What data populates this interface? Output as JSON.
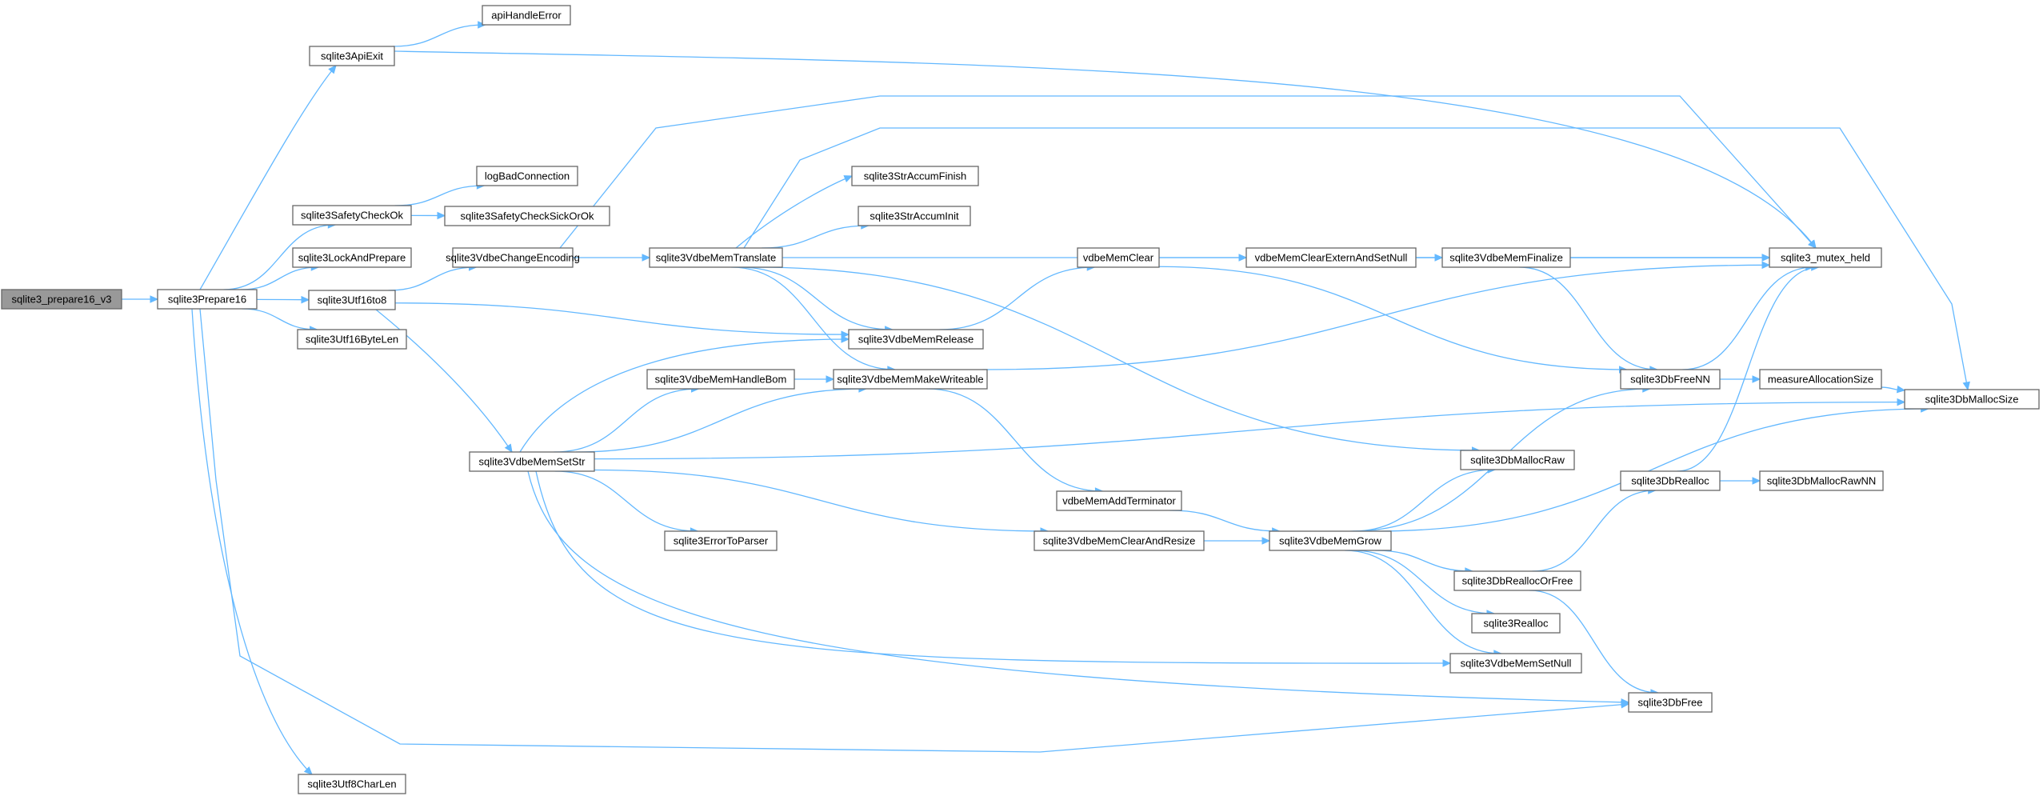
{
  "graph": {
    "root": "sqlite3_prepare16_v3",
    "colors": {
      "edge": "#63b8ff",
      "node_border": "#666666",
      "node_fill": "#ffffff",
      "root_fill": "#999999",
      "text": "#000000"
    },
    "nodes": [
      {
        "id": "sqlite3_prepare16_v3",
        "label": "sqlite3_prepare16_v3",
        "root": true
      },
      {
        "id": "sqlite3Prepare16",
        "label": "sqlite3Prepare16"
      },
      {
        "id": "sqlite3ApiExit",
        "label": "sqlite3ApiExit"
      },
      {
        "id": "apiHandleError",
        "label": "apiHandleError"
      },
      {
        "id": "sqlite3SafetyCheckOk",
        "label": "sqlite3SafetyCheckOk"
      },
      {
        "id": "logBadConnection",
        "label": "logBadConnection"
      },
      {
        "id": "sqlite3SafetyCheckSickOrOk",
        "label": "sqlite3SafetyCheckSickOrOk"
      },
      {
        "id": "sqlite3LockAndPrepare",
        "label": "sqlite3LockAndPrepare"
      },
      {
        "id": "sqlite3Utf16to8",
        "label": "sqlite3Utf16to8"
      },
      {
        "id": "sqlite3Utf16ByteLen",
        "label": "sqlite3Utf16ByteLen"
      },
      {
        "id": "sqlite3VdbeChangeEncoding",
        "label": "sqlite3VdbeChangeEncoding"
      },
      {
        "id": "sqlite3VdbeMemTranslate",
        "label": "sqlite3VdbeMemTranslate"
      },
      {
        "id": "sqlite3StrAccumFinish",
        "label": "sqlite3StrAccumFinish"
      },
      {
        "id": "sqlite3StrAccumInit",
        "label": "sqlite3StrAccumInit"
      },
      {
        "id": "sqlite3VdbeMemRelease",
        "label": "sqlite3VdbeMemRelease"
      },
      {
        "id": "sqlite3VdbeMemHandleBom",
        "label": "sqlite3VdbeMemHandleBom"
      },
      {
        "id": "sqlite3VdbeMemMakeWriteable",
        "label": "sqlite3VdbeMemMakeWriteable"
      },
      {
        "id": "sqlite3VdbeMemSetStr",
        "label": "sqlite3VdbeMemSetStr"
      },
      {
        "id": "sqlite3ErrorToParser",
        "label": "sqlite3ErrorToParser"
      },
      {
        "id": "vdbeMemClear",
        "label": "vdbeMemClear"
      },
      {
        "id": "vdbeMemClearExternAndSetNull",
        "label": "vdbeMemClearExternAndSetNull"
      },
      {
        "id": "sqlite3VdbeMemFinalize",
        "label": "sqlite3VdbeMemFinalize"
      },
      {
        "id": "sqlite3_mutex_held",
        "label": "sqlite3_mutex_held"
      },
      {
        "id": "sqlite3DbFreeNN",
        "label": "sqlite3DbFreeNN"
      },
      {
        "id": "measureAllocationSize",
        "label": "measureAllocationSize"
      },
      {
        "id": "sqlite3DbMallocSize",
        "label": "sqlite3DbMallocSize"
      },
      {
        "id": "vdbeMemAddTerminator",
        "label": "vdbeMemAddTerminator"
      },
      {
        "id": "sqlite3VdbeMemClearAndResize",
        "label": "sqlite3VdbeMemClearAndResize"
      },
      {
        "id": "sqlite3VdbeMemGrow",
        "label": "sqlite3VdbeMemGrow"
      },
      {
        "id": "sqlite3DbMallocRaw",
        "label": "sqlite3DbMallocRaw"
      },
      {
        "id": "sqlite3DbRealloc",
        "label": "sqlite3DbRealloc"
      },
      {
        "id": "sqlite3DbMallocRawNN",
        "label": "sqlite3DbMallocRawNN"
      },
      {
        "id": "sqlite3DbReallocOrFree",
        "label": "sqlite3DbReallocOrFree"
      },
      {
        "id": "sqlite3Realloc",
        "label": "sqlite3Realloc"
      },
      {
        "id": "sqlite3VdbeMemSetNull",
        "label": "sqlite3VdbeMemSetNull"
      },
      {
        "id": "sqlite3DbFree",
        "label": "sqlite3DbFree"
      },
      {
        "id": "sqlite3Utf8CharLen",
        "label": "sqlite3Utf8CharLen"
      }
    ],
    "edges": [
      [
        "sqlite3_prepare16_v3",
        "sqlite3Prepare16"
      ],
      [
        "sqlite3Prepare16",
        "sqlite3ApiExit"
      ],
      [
        "sqlite3Prepare16",
        "sqlite3SafetyCheckOk"
      ],
      [
        "sqlite3Prepare16",
        "sqlite3LockAndPrepare"
      ],
      [
        "sqlite3Prepare16",
        "sqlite3Utf16to8"
      ],
      [
        "sqlite3Prepare16",
        "sqlite3Utf16ByteLen"
      ],
      [
        "sqlite3Prepare16",
        "sqlite3DbFree"
      ],
      [
        "sqlite3Prepare16",
        "sqlite3Utf8CharLen"
      ],
      [
        "sqlite3ApiExit",
        "apiHandleError"
      ],
      [
        "sqlite3ApiExit",
        "sqlite3_mutex_held"
      ],
      [
        "sqlite3SafetyCheckOk",
        "logBadConnection"
      ],
      [
        "sqlite3SafetyCheckOk",
        "sqlite3SafetyCheckSickOrOk"
      ],
      [
        "sqlite3Utf16to8",
        "sqlite3VdbeChangeEncoding"
      ],
      [
        "sqlite3Utf16to8",
        "sqlite3VdbeMemRelease"
      ],
      [
        "sqlite3Utf16to8",
        "sqlite3VdbeMemSetStr"
      ],
      [
        "sqlite3VdbeChangeEncoding",
        "sqlite3VdbeMemTranslate"
      ],
      [
        "sqlite3VdbeChangeEncoding",
        "sqlite3_mutex_held"
      ],
      [
        "sqlite3VdbeMemTranslate",
        "sqlite3StrAccumFinish"
      ],
      [
        "sqlite3VdbeMemTranslate",
        "sqlite3StrAccumInit"
      ],
      [
        "sqlite3VdbeMemTranslate",
        "sqlite3VdbeMemRelease"
      ],
      [
        "sqlite3VdbeMemTranslate",
        "sqlite3VdbeMemMakeWriteable"
      ],
      [
        "sqlite3VdbeMemTranslate",
        "sqlite3_mutex_held"
      ],
      [
        "sqlite3VdbeMemTranslate",
        "sqlite3DbMallocRaw"
      ],
      [
        "sqlite3VdbeMemTranslate",
        "sqlite3DbMallocSize"
      ],
      [
        "sqlite3VdbeMemRelease",
        "vdbeMemClear"
      ],
      [
        "sqlite3VdbeMemHandleBom",
        "sqlite3VdbeMemMakeWriteable"
      ],
      [
        "sqlite3VdbeMemMakeWriteable",
        "vdbeMemAddTerminator"
      ],
      [
        "sqlite3VdbeMemMakeWriteable",
        "sqlite3_mutex_held"
      ],
      [
        "sqlite3VdbeMemSetStr",
        "sqlite3VdbeMemRelease"
      ],
      [
        "sqlite3VdbeMemSetStr",
        "sqlite3VdbeMemHandleBom"
      ],
      [
        "sqlite3VdbeMemSetStr",
        "sqlite3VdbeMemMakeWriteable"
      ],
      [
        "sqlite3VdbeMemSetStr",
        "sqlite3ErrorToParser"
      ],
      [
        "sqlite3VdbeMemSetStr",
        "sqlite3VdbeMemClearAndResize"
      ],
      [
        "sqlite3VdbeMemSetStr",
        "sqlite3DbMallocSize"
      ],
      [
        "sqlite3VdbeMemSetStr",
        "sqlite3VdbeMemSetNull"
      ],
      [
        "sqlite3VdbeMemSetStr",
        "sqlite3DbFree"
      ],
      [
        "vdbeMemClear",
        "vdbeMemClearExternAndSetNull"
      ],
      [
        "vdbeMemClear",
        "sqlite3DbFreeNN"
      ],
      [
        "vdbeMemClearExternAndSetNull",
        "sqlite3VdbeMemFinalize"
      ],
      [
        "vdbeMemClearExternAndSetNull",
        "sqlite3_mutex_held"
      ],
      [
        "sqlite3VdbeMemFinalize",
        "sqlite3_mutex_held"
      ],
      [
        "sqlite3VdbeMemFinalize",
        "sqlite3DbFreeNN"
      ],
      [
        "sqlite3DbFreeNN",
        "sqlite3_mutex_held"
      ],
      [
        "sqlite3DbFreeNN",
        "measureAllocationSize"
      ],
      [
        "measureAllocationSize",
        "sqlite3DbMallocSize"
      ],
      [
        "vdbeMemAddTerminator",
        "sqlite3VdbeMemGrow"
      ],
      [
        "sqlite3VdbeMemClearAndResize",
        "sqlite3VdbeMemGrow"
      ],
      [
        "sqlite3VdbeMemGrow",
        "sqlite3DbMallocRaw"
      ],
      [
        "sqlite3VdbeMemGrow",
        "sqlite3DbFreeNN"
      ],
      [
        "sqlite3VdbeMemGrow",
        "sqlite3DbMallocSize"
      ],
      [
        "sqlite3VdbeMemGrow",
        "sqlite3DbReallocOrFree"
      ],
      [
        "sqlite3VdbeMemGrow",
        "sqlite3Realloc"
      ],
      [
        "sqlite3VdbeMemGrow",
        "sqlite3VdbeMemSetNull"
      ],
      [
        "sqlite3DbRealloc",
        "sqlite3_mutex_held"
      ],
      [
        "sqlite3DbRealloc",
        "sqlite3DbMallocRawNN"
      ],
      [
        "sqlite3DbReallocOrFree",
        "sqlite3DbRealloc"
      ],
      [
        "sqlite3DbReallocOrFree",
        "sqlite3DbFree"
      ]
    ]
  }
}
